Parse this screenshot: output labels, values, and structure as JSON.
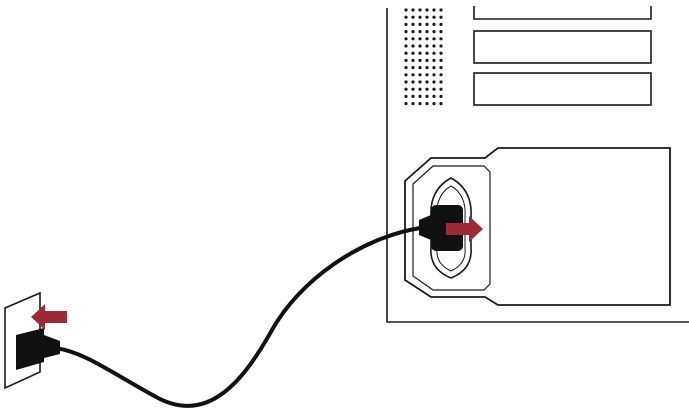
{
  "figure": {
    "kind": "illustration",
    "background_color": "#ffffff",
    "line_color": "#1a1a1a",
    "cord_color": "#111111",
    "arrow_color": "#9e2a36",
    "components": [
      {
        "name": "computer-case",
        "icon": "pc-tower-back-panel-icon"
      },
      {
        "name": "ventilation-grille",
        "icon": "vent-dots-icon"
      },
      {
        "name": "expansion-slot-covers",
        "count": 3
      },
      {
        "name": "power-supply-unit",
        "icon": "psu-icon"
      },
      {
        "name": "psu-power-socket",
        "icon": "iec-socket-icon"
      },
      {
        "name": "psu-power-plug",
        "icon": "power-plug-icon"
      },
      {
        "name": "power-cord",
        "icon": "cable-icon"
      },
      {
        "name": "wall-outlet",
        "icon": "wall-outlet-icon"
      },
      {
        "name": "wall-plug",
        "icon": "power-plug-icon"
      }
    ],
    "arrows": [
      {
        "name": "unplug-from-psu-arrow",
        "direction": "right"
      },
      {
        "name": "unplug-from-wall-arrow",
        "direction": "left"
      }
    ]
  }
}
